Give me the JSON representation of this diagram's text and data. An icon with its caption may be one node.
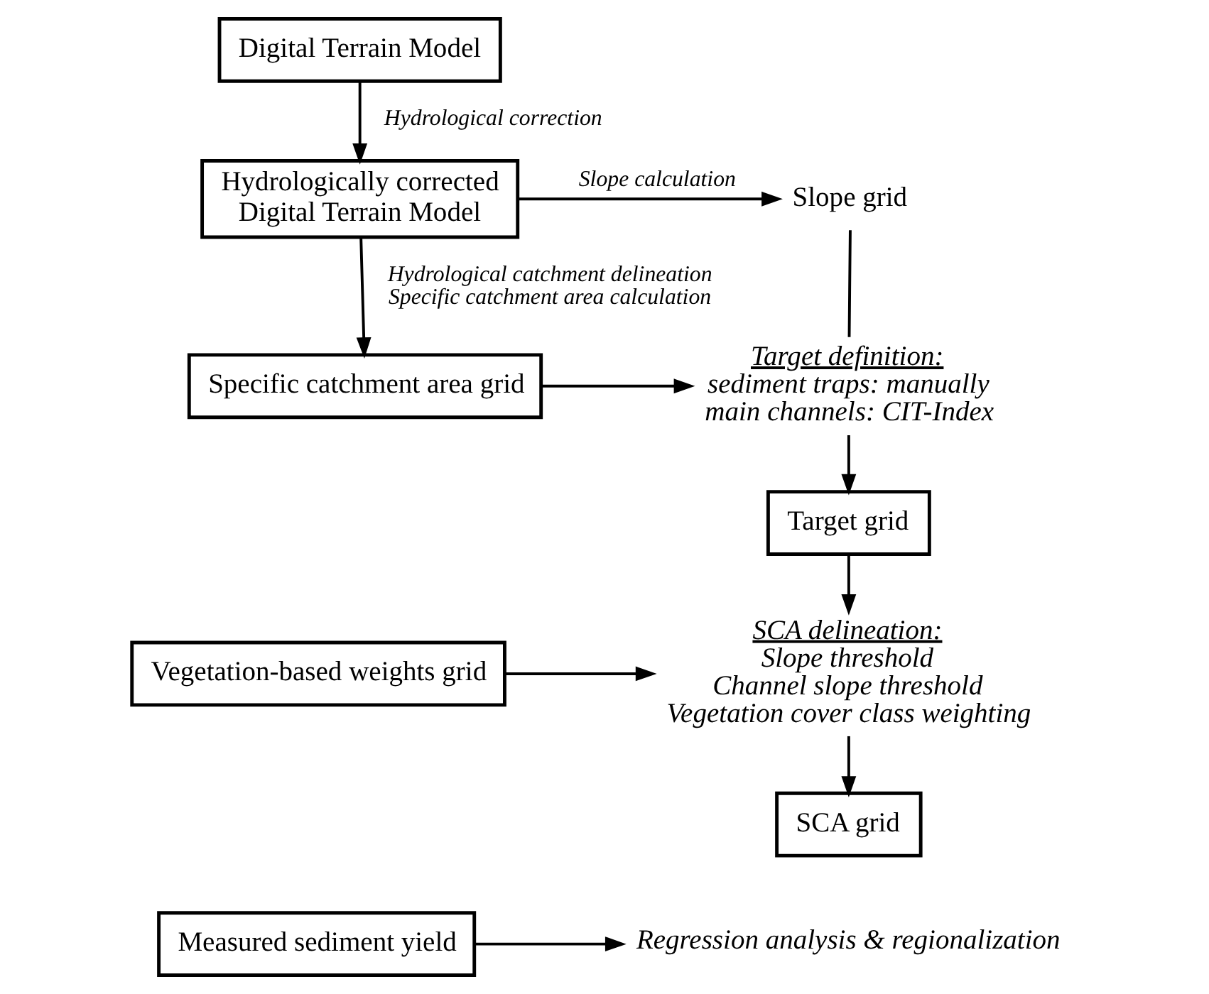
{
  "diagram": {
    "nodes": [
      {
        "text": [
          "Digital Terrain Model"
        ]
      },
      {
        "text": [
          "Hydrologically corrected Digital Terrain Model"
        ]
      },
      {
        "text": [
          "Slope grid"
        ]
      },
      {
        "text": [
          "Specific catchment area grid"
        ]
      },
      {
        "text": [
          "Target definition:",
          "sediment traps: manually main channels: CIT-Index"
        ]
      },
      {
        "text": [
          "Target grid"
        ]
      },
      {
        "text": [
          "SCA delineation:",
          "Slope threshold Channel slope threshold Vegetation cover class weighting"
        ]
      },
      {
        "text": [
          "Vegetation-based weights grid"
        ]
      },
      {
        "text": [
          "SCA grid"
        ]
      },
      {
        "text": [
          "Measured sediment yield"
        ]
      },
      {
        "text": [
          "Regression analysis & regionalization"
        ]
      }
    ],
    "edges": [
      {
        "from": 0,
        "to": 1,
        "arrow": "to",
        "label": "Hydrological correction"
      },
      {
        "from": 1,
        "to": 2,
        "arrow": "to",
        "label": "Slope calculation"
      },
      {
        "from": 1,
        "to": 3,
        "arrow": "to",
        "label": "Hydrological catchment delineation Specific catchment area calculation"
      },
      {
        "from": 2,
        "to": 4,
        "arrow": "none"
      },
      {
        "from": 3,
        "to": 4,
        "arrow": "to"
      },
      {
        "from": 4,
        "to": 5,
        "arrow": "to"
      },
      {
        "from": 5,
        "to": 6,
        "arrow": "to"
      },
      {
        "from": 7,
        "to": 6,
        "arrow": "to"
      },
      {
        "from": 6,
        "to": 8,
        "arrow": "to"
      },
      {
        "from": 9,
        "to": 10,
        "arrow": "to"
      }
    ]
  }
}
